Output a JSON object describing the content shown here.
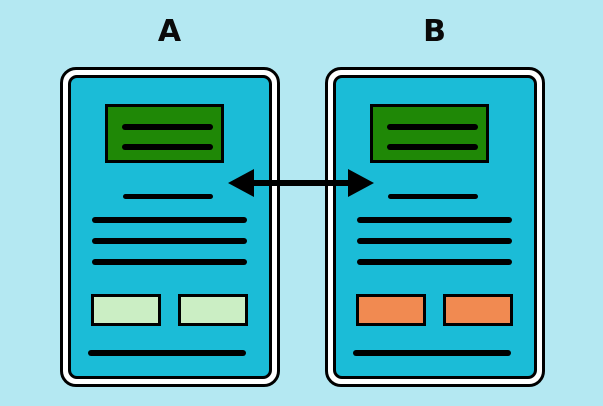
{
  "title": "Two-panel document comparison diagram",
  "colors": {
    "background": "#b4e8f2",
    "panel_fill": "#1bbcd7",
    "panel_frame": "#ffffff",
    "outline": "#000000",
    "header_fill": "#1f8806",
    "label_color": "#0a0a0a",
    "arrow_color": "#000000"
  },
  "panels": [
    {
      "label": "A",
      "button_fill": "#cbeec4"
    },
    {
      "label": "B",
      "button_fill": "#f18a51"
    }
  ],
  "arrow": {
    "name": "double-headed-arrow",
    "direction": "horizontal"
  }
}
